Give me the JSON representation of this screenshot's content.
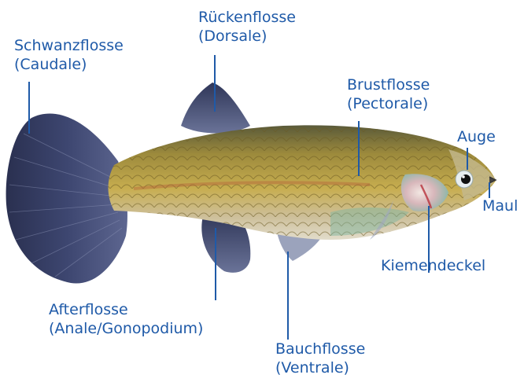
{
  "colors": {
    "label": "#1f5aa8",
    "fin": "#3f4a73",
    "body_gold": "#b49a3c",
    "belly": "#d9cfb2"
  },
  "labels": {
    "caudal": {
      "line1": "Schwanzflosse",
      "line2": "(Caudale)"
    },
    "dorsal": {
      "line1": "Rückenflosse",
      "line2": "(Dorsale)"
    },
    "pectoral": {
      "line1": "Brustflosse",
      "line2": "(Pectorale)"
    },
    "eye": {
      "line1": "Auge"
    },
    "mouth": {
      "line1": "Maul"
    },
    "gill": {
      "line1": "Kiemendeckel"
    },
    "anal": {
      "line1": "Afterflosse",
      "line2": "(Anale/Gonopodium)"
    },
    "ventral": {
      "line1": "Bauchflosse",
      "line2": "(Ventrale)"
    }
  }
}
